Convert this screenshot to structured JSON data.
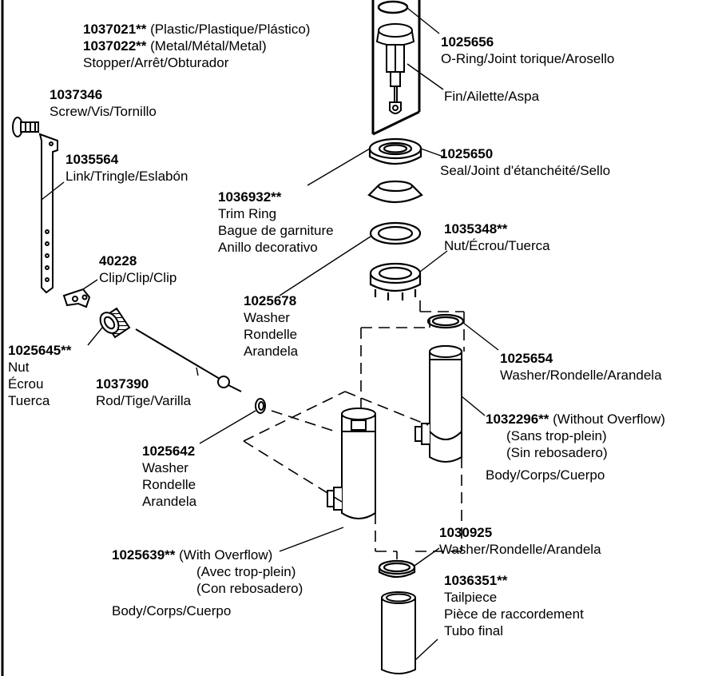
{
  "parts": {
    "stopper": {
      "num1": "1037021**",
      "desc1": " (Plastic/Plastique/Plástico)",
      "num2": "1037022**",
      "desc2": " (Metal/Métal/Metal)",
      "name": "Stopper/Arrêt/Obturador"
    },
    "oring": {
      "num": "1025656",
      "name": "O-Ring/Joint torique/Arosello"
    },
    "fin": {
      "name": "Fin/Ailette/Aspa"
    },
    "screw": {
      "num": "1037346",
      "name": "Screw/Vis/Tornillo"
    },
    "link": {
      "num": "1035564",
      "name": "Link/Tringle/Eslabón"
    },
    "seal": {
      "num": "1025650",
      "name": "Seal/Joint d'étanchéité/Sello"
    },
    "trimring": {
      "num": "1036932**",
      "l1": "Trim Ring",
      "l2": "Bague de garniture",
      "l3": "Anillo decorativo"
    },
    "nut_top": {
      "num": "1035348**",
      "name": "Nut/Écrou/Tuerca"
    },
    "clip": {
      "num": "40228",
      "name": "Clip/Clip/Clip"
    },
    "washer1": {
      "num": "1025678",
      "l1": "Washer",
      "l2": "Rondelle",
      "l3": "Arandela"
    },
    "nut_side": {
      "num": "1025645**",
      "l1": "Nut",
      "l2": "Écrou",
      "l3": "Tuerca"
    },
    "washer2": {
      "num": "1025654",
      "name": "Washer/Rondelle/Arandela"
    },
    "rod": {
      "num": "1037390",
      "name": "Rod/Tige/Varilla"
    },
    "body_no": {
      "num": "1032296**",
      "desc": " (Without Overflow)",
      "l2": "(Sans trop-plein)",
      "l3": "(Sin rebosadero)",
      "name": "Body/Corps/Cuerpo"
    },
    "washer3": {
      "num": "1025642",
      "l1": "Washer",
      "l2": "Rondelle",
      "l3": "Arandela"
    },
    "washer4": {
      "num": "1030925",
      "name": "Washer/Rondelle/Arandela"
    },
    "body_of": {
      "num": "1025639**",
      "desc": " (With Overflow)",
      "l2": "(Avec trop-plein)",
      "l3": "(Con rebosadero)",
      "name": "Body/Corps/Cuerpo"
    },
    "tailpiece": {
      "num": "1036351**",
      "l1": "Tailpiece",
      "l2": "Pièce de raccordement",
      "l3": "Tubo final"
    }
  }
}
